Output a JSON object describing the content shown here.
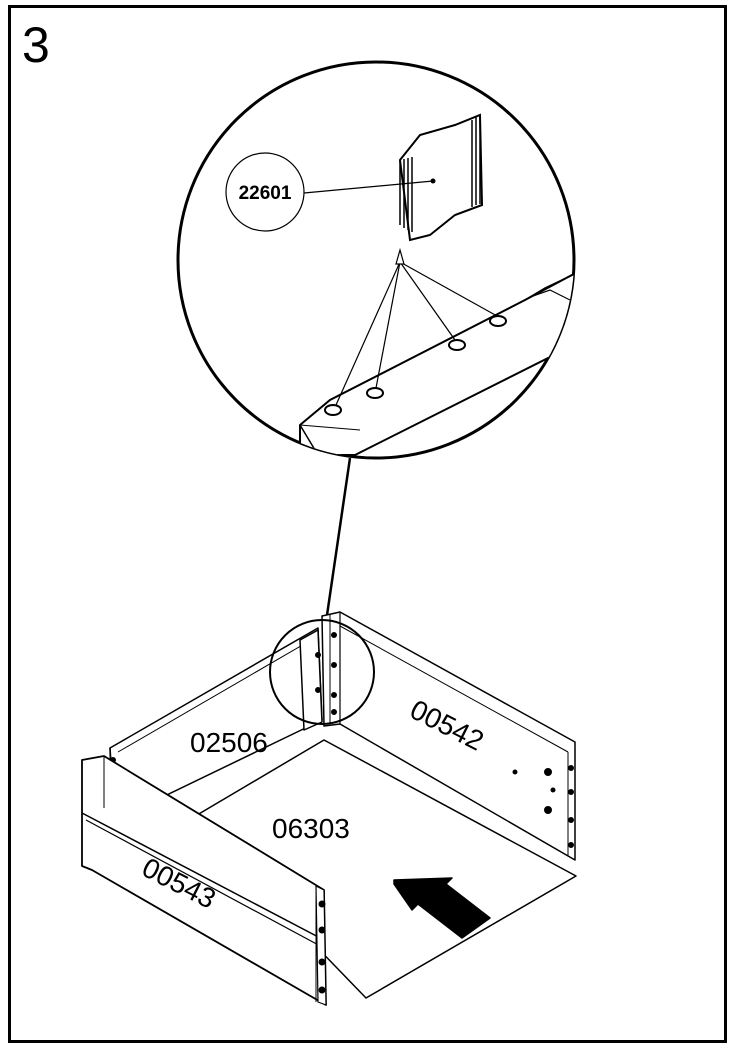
{
  "step": "3",
  "hardware": {
    "label": "22601"
  },
  "parts": {
    "back_panel": "02506",
    "right_side": "00542",
    "bottom_panel": "06303",
    "front_panel": "00543"
  }
}
